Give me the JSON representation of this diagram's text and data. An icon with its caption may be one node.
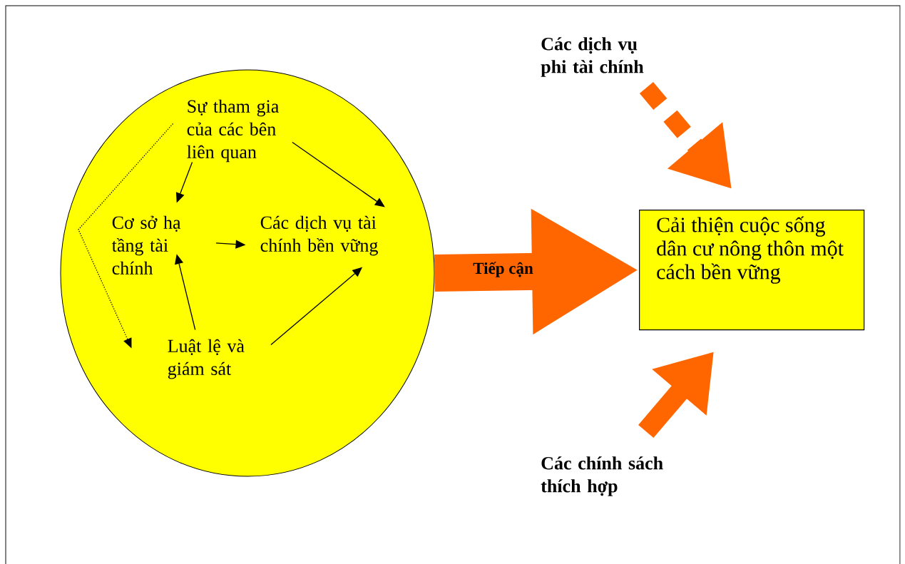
{
  "diagram": {
    "nodes": [
      {
        "text": [],
        "shape": "circle"
      },
      {
        "text": [
          "Sự tham gia của các bên liên quan"
        ],
        "in": 0
      },
      {
        "text": [
          "Cơ sở hạ tầng tài chính"
        ],
        "in": 0
      },
      {
        "text": [
          "Các dịch vụ tài chính bền vững"
        ],
        "in": 0
      },
      {
        "text": [
          "Luật lệ và giám sát"
        ],
        "in": 0
      },
      {
        "text": [
          "Các dịch vụ phi tài chính"
        ]
      },
      {
        "text": [
          "Cải thiện cuộc sống dân cư nông thôn một cách bền vững"
        ]
      },
      {
        "text": [
          "Các chính sách thích hợp"
        ]
      }
    ],
    "edges": [
      {
        "from": 1,
        "to": 2,
        "arrow": "to"
      },
      {
        "from": 1,
        "to": 3,
        "arrow": "to"
      },
      {
        "from": 2,
        "to": 3,
        "arrow": "to"
      },
      {
        "from": 4,
        "to": 2,
        "arrow": "to"
      },
      {
        "from": 4,
        "to": 3,
        "arrow": "to"
      },
      {
        "from": 1,
        "to": 4,
        "arrow": "to",
        "style": "dashed"
      },
      {
        "from": 0,
        "to": 6,
        "arrow": "to",
        "label": "Tiếp cận",
        "style": "thick",
        "color": "#ff6600"
      },
      {
        "from": 5,
        "to": 6,
        "arrow": "to",
        "style": "dashed",
        "color": "#ff6600"
      },
      {
        "from": 7,
        "to": 6,
        "arrow": "to",
        "style": "thick",
        "color": "#ff6600"
      }
    ]
  }
}
